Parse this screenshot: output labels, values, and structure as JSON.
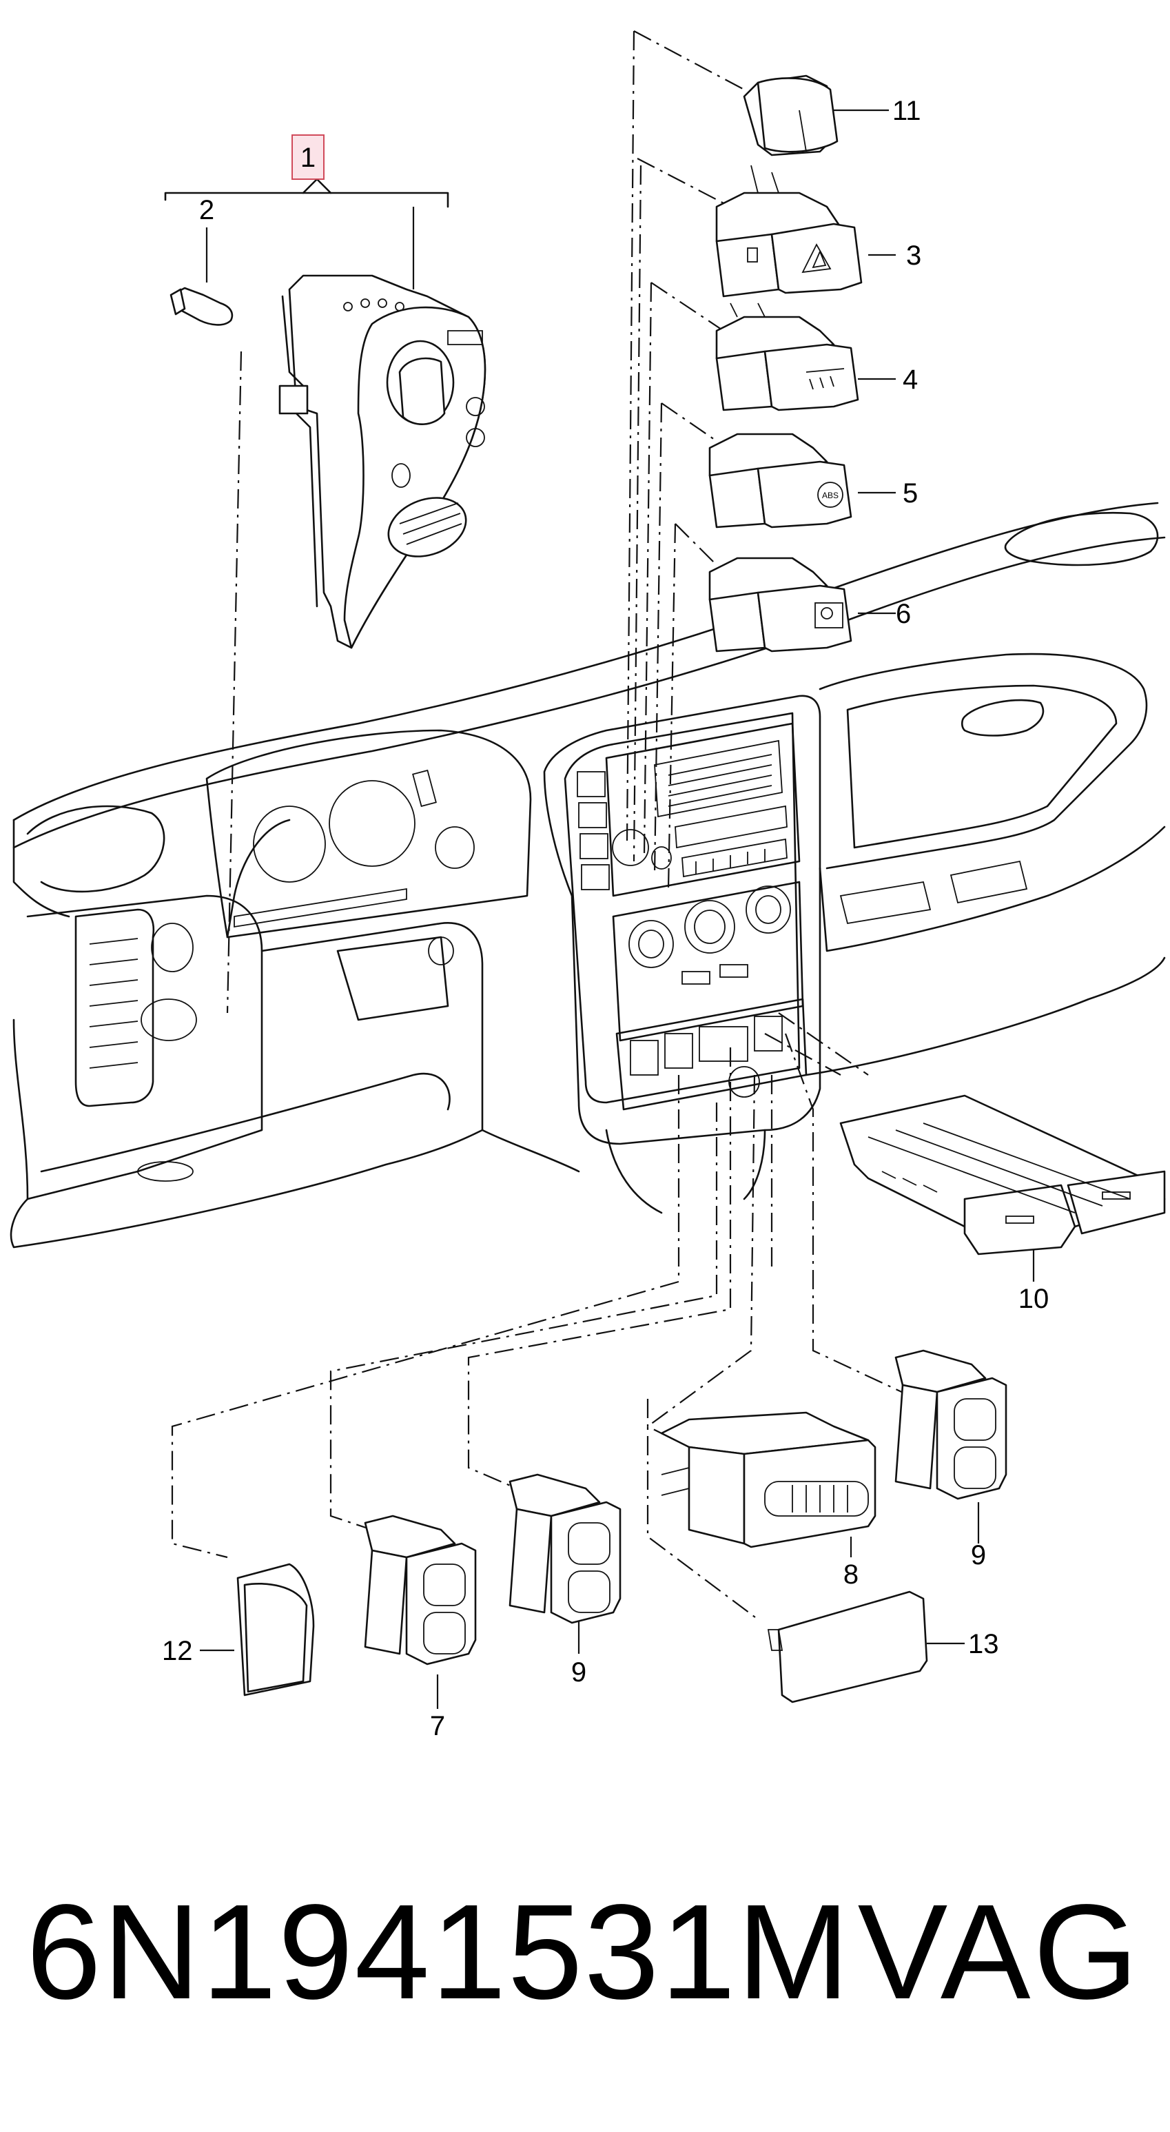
{
  "callouts": [
    {
      "id": "callout-1",
      "label": "1",
      "highlighted": true
    },
    {
      "id": "callout-2",
      "label": "2"
    },
    {
      "id": "callout-3",
      "label": "3"
    },
    {
      "id": "callout-4",
      "label": "4"
    },
    {
      "id": "callout-5",
      "label": "5"
    },
    {
      "id": "callout-6",
      "label": "6"
    },
    {
      "id": "callout-7",
      "label": "7"
    },
    {
      "id": "callout-8",
      "label": "8"
    },
    {
      "id": "callout-9a",
      "label": "9"
    },
    {
      "id": "callout-9b",
      "label": "9"
    },
    {
      "id": "callout-10",
      "label": "10"
    },
    {
      "id": "callout-11",
      "label": "11"
    },
    {
      "id": "callout-12",
      "label": "12"
    },
    {
      "id": "callout-13",
      "label": "13"
    }
  ],
  "switch_symbols": {
    "switch_5": "ABS"
  },
  "footer": {
    "part_number": "6N1941531M",
    "brand": "VAG"
  },
  "colors": {
    "line": "#111111",
    "highlight_fill": "#fbe3e8",
    "highlight_stroke": "#d04a5a",
    "background": "#ffffff"
  }
}
